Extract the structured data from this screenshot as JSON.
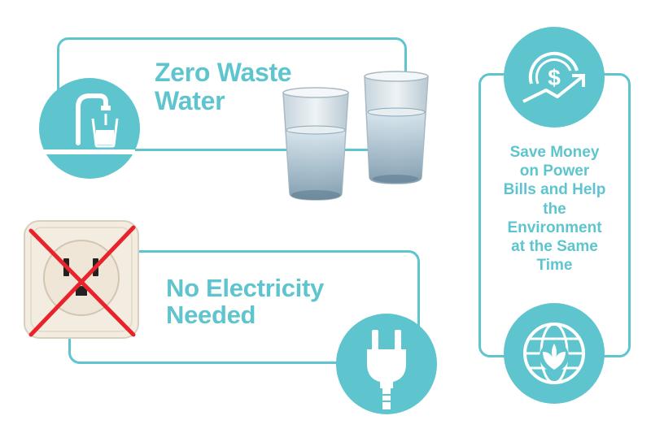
{
  "water_section": {
    "heading": "Zero Waste Water",
    "heading_line1": "Zero Waste",
    "heading_line2": "Water"
  },
  "electricity_section": {
    "heading": "No Electricity Needed",
    "heading_line1": "No Electricity",
    "heading_line2": "Needed"
  },
  "savings_section": {
    "lines": [
      "Save Money",
      "on Power",
      "Bills and Help",
      "the",
      "Environment",
      "at the Same",
      "Time"
    ]
  },
  "icons": {
    "faucet": "faucet-glass-icon",
    "plug": "power-plug-icon",
    "dollar": "dollar-growth-icon",
    "globe": "globe-leaf-icon",
    "outlet": "crossed-outlet-icon",
    "glasses": "water-glasses-icon"
  },
  "colors": {
    "accent": "#5ec5cf",
    "cross": "#e8232b",
    "outlet_plate": "#f3ece1"
  }
}
